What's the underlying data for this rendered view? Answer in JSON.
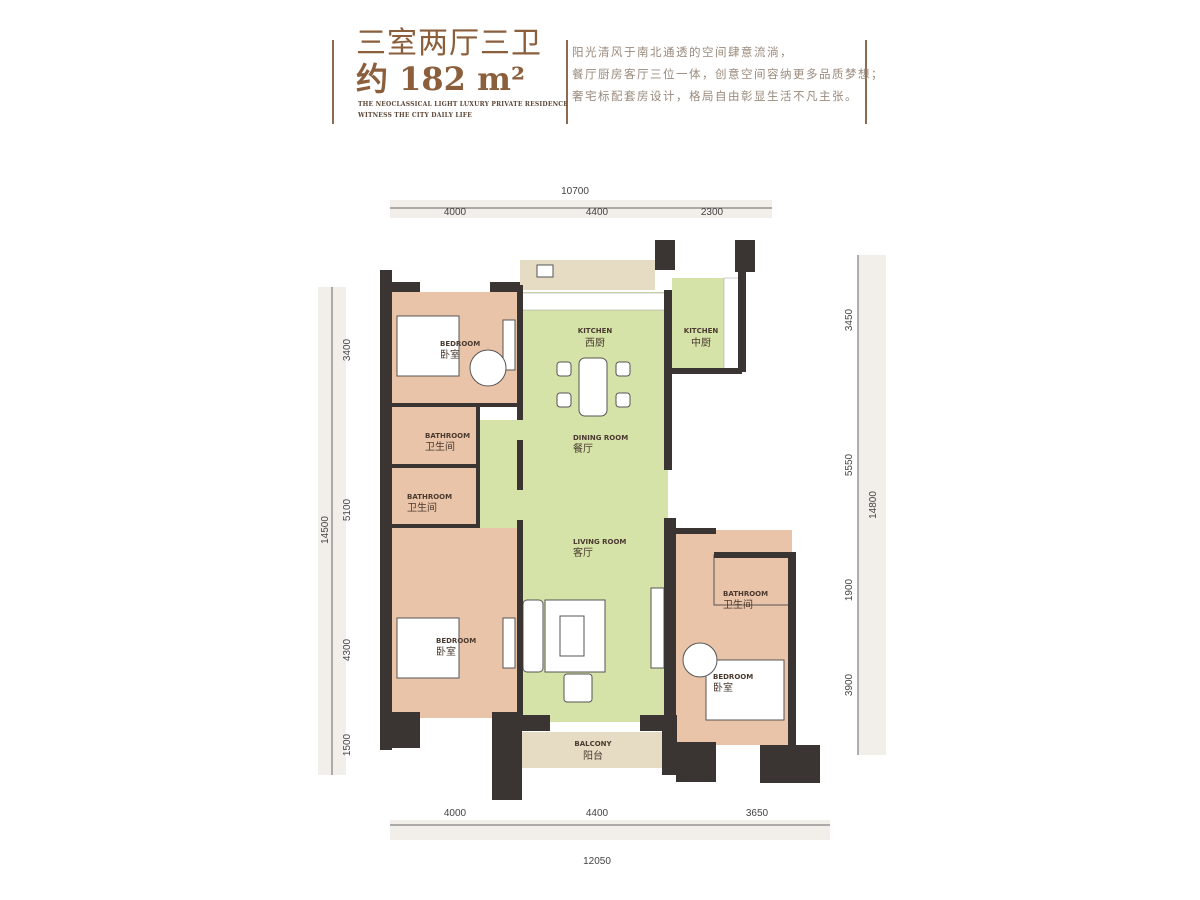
{
  "header": {
    "title": "三室两厅三卫",
    "area": "约 182 m²",
    "subtitle_1": "THE NEOCLASSICAL LIGHT LUXURY PRIVATE RESIDENCE",
    "subtitle_2": "WITNESS THE CITY DAILY LIFE",
    "description": [
      "阳光清风于南北通透的空间肆意流淌，",
      "餐厅厨房客厅三位一体，创意空间容纳更多品质梦想；",
      "奢宅标配套房设计，格局自由彰显生活不凡主张。"
    ]
  },
  "rooms": {
    "kitchen_west": {
      "en": "KITCHEN",
      "cn": "西厨"
    },
    "kitchen_chinese": {
      "en": "KITCHEN",
      "cn": "中厨"
    },
    "bedroom_1": {
      "en": "BEDROOM",
      "cn": "卧室"
    },
    "bathroom_1": {
      "en": "BATHROOM",
      "cn": "卫生间"
    },
    "bathroom_2": {
      "en": "BATHROOM",
      "cn": "卫生间"
    },
    "dining": {
      "en": "DINING ROOM",
      "cn": "餐厅"
    },
    "living": {
      "en": "LIVING ROOM",
      "cn": "客厅"
    },
    "bedroom_2": {
      "en": "BEDROOM",
      "cn": "卧室"
    },
    "bathroom_3": {
      "en": "BATHROOM",
      "cn": "卫生间"
    },
    "bedroom_3": {
      "en": "BEDROOM",
      "cn": "卧室"
    },
    "balcony": {
      "en": "BALCONY",
      "cn": "阳台"
    }
  },
  "dimensions": {
    "top_total": "10700",
    "top": [
      "4000",
      "4400",
      "2300"
    ],
    "bottom": [
      "4000",
      "4400",
      "3650"
    ],
    "bottom_total": "12050",
    "left": [
      "3400",
      "5100",
      "4300",
      "1500"
    ],
    "left_total": "14500",
    "right": [
      "3450",
      "5550",
      "1900",
      "3900"
    ],
    "right_total": "14800"
  },
  "colors": {
    "brand": "#8b5e3c",
    "bedroom": "#e9c4a8",
    "public": "#d5e3a8",
    "balcony": "#e6dcc3",
    "wall": "#3a3532"
  }
}
